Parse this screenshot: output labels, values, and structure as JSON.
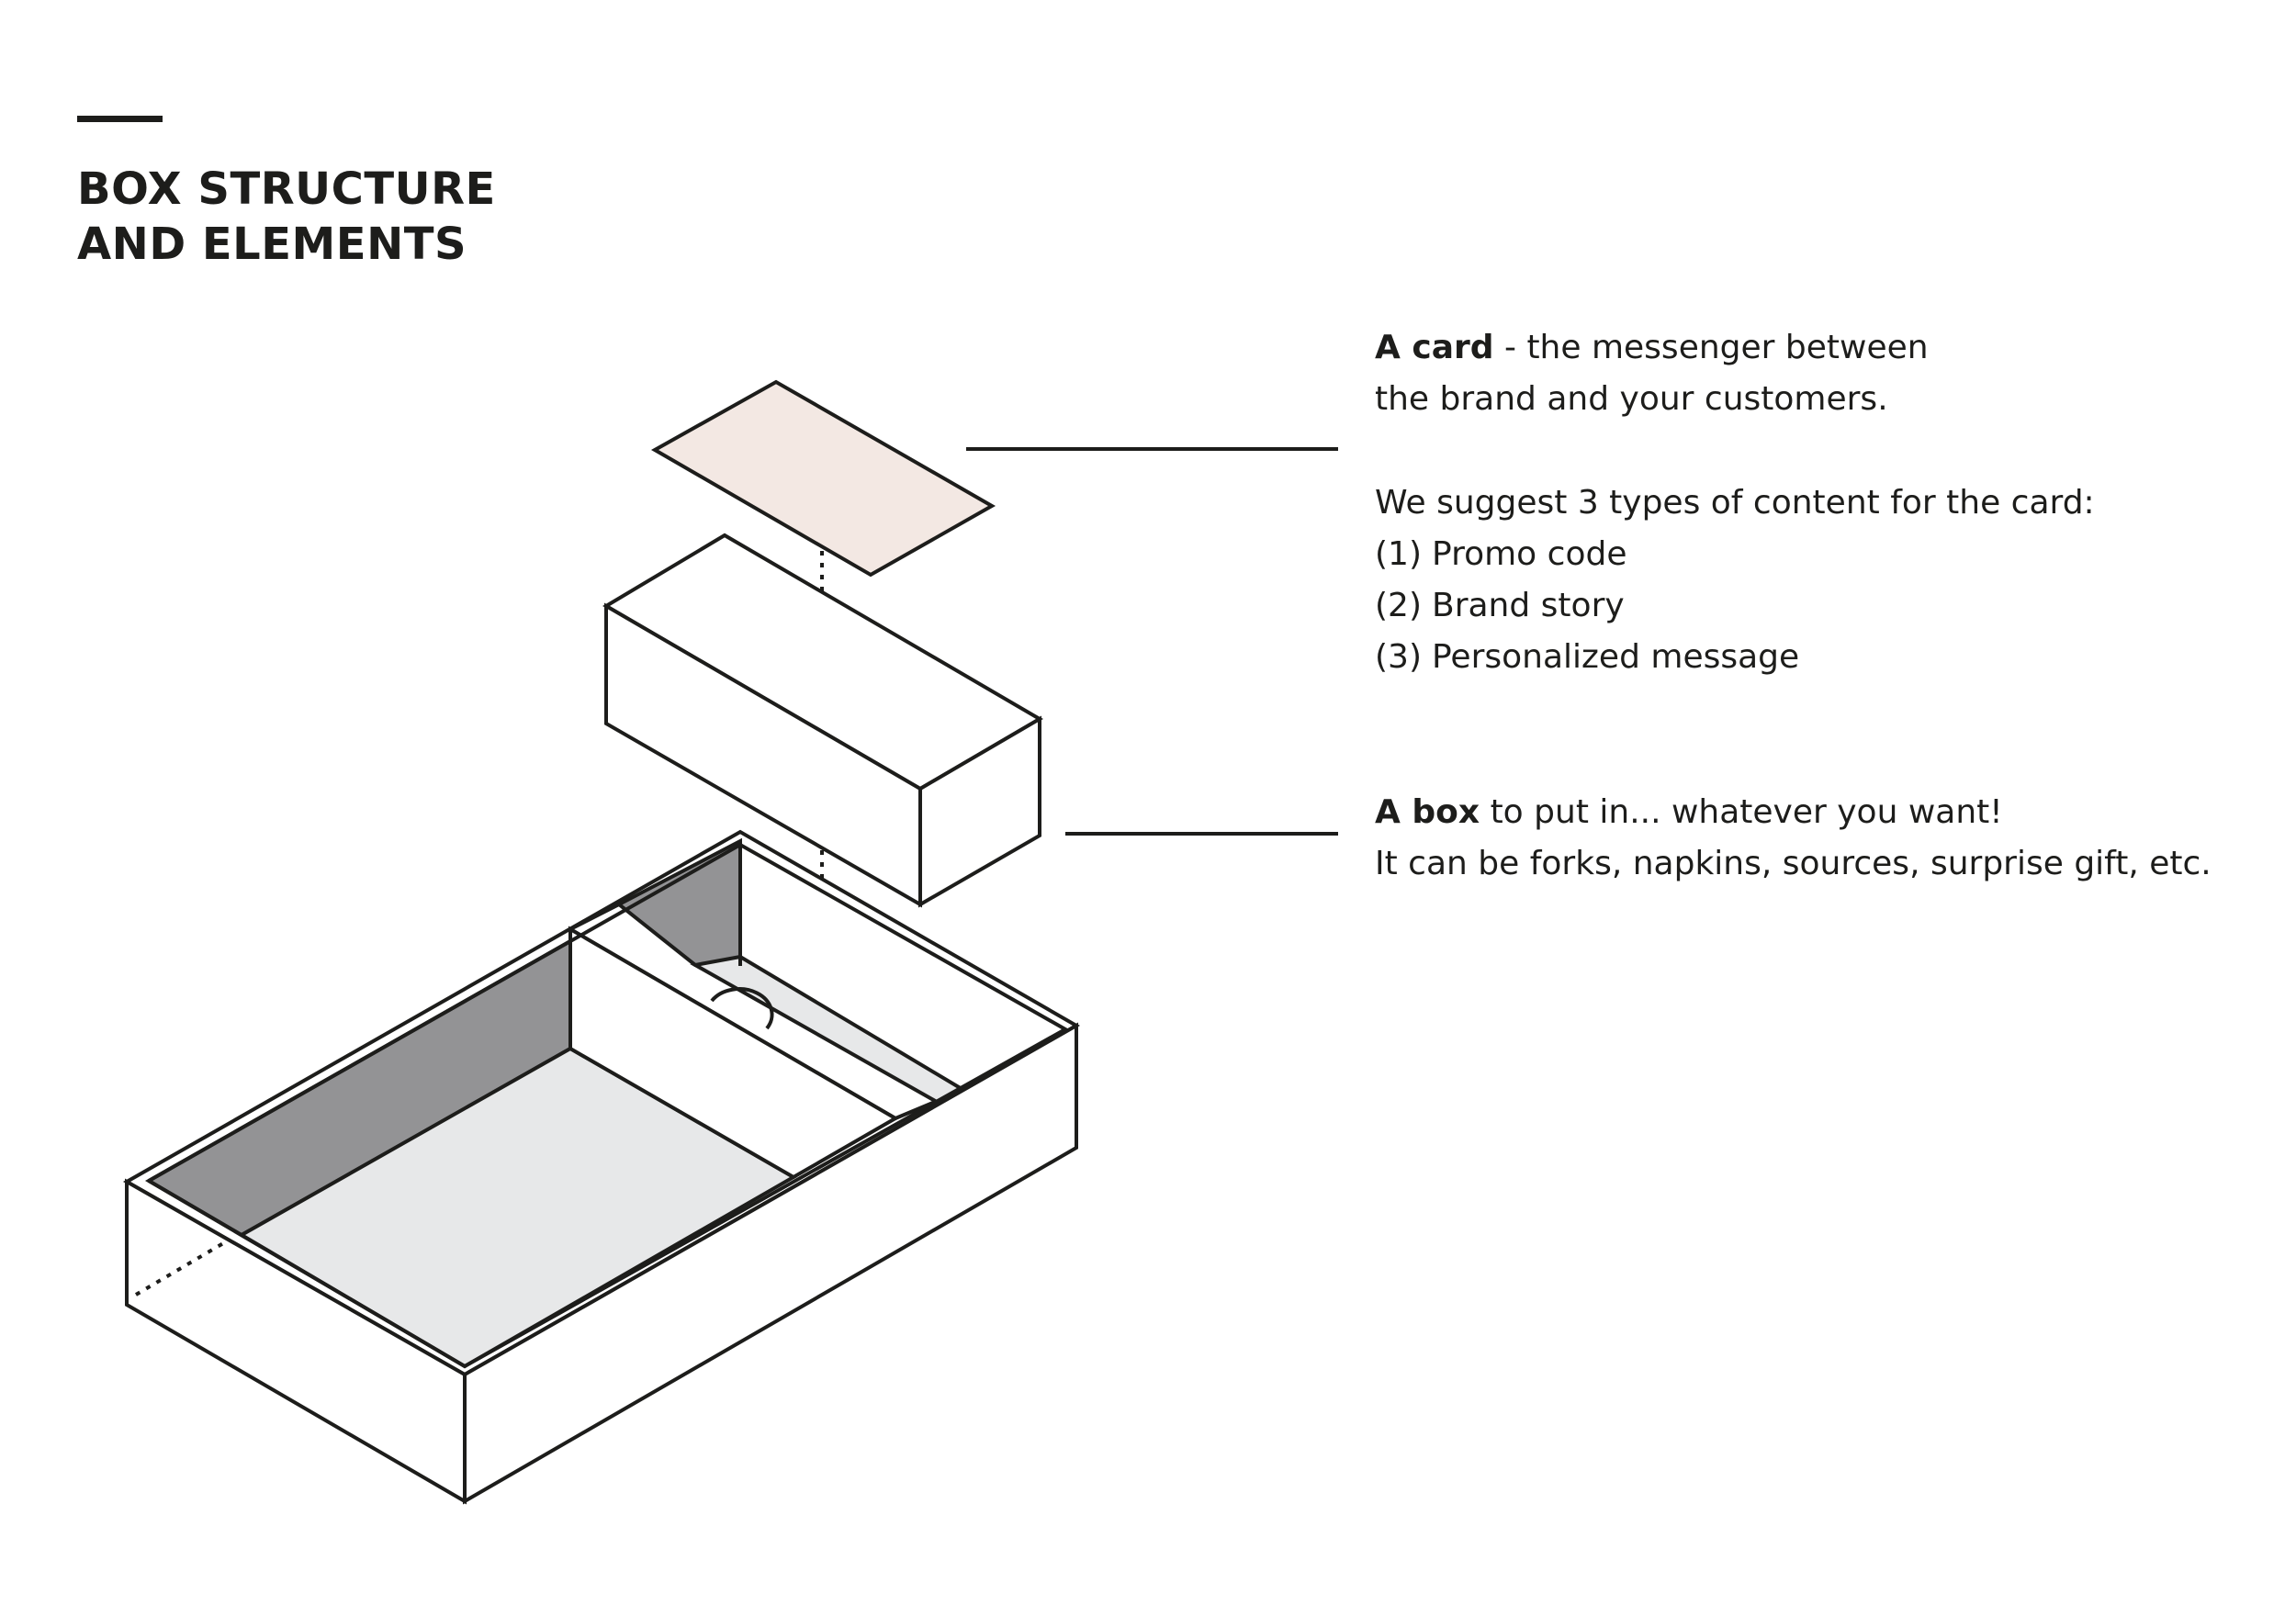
{
  "title": {
    "line1": "BOX STRUCTURE",
    "line2": "AND ELEMENTS"
  },
  "card_callout": {
    "term": "A card",
    "line1_rest": " - the messenger between",
    "line2": "the brand and your customers.",
    "suggest": "We suggest 3 types of content for the card:",
    "items": [
      {
        "num": "(1)",
        "label": "Promo code"
      },
      {
        "num": "(2)",
        "label": "Brand story"
      },
      {
        "num": "(3)",
        "label": "Personalized message"
      }
    ]
  },
  "box_callout": {
    "term": "A box",
    "line1_rest": " to put in... whatever you want!",
    "line2": "It can be forks, napkins, sources, surprise gift, etc."
  },
  "colors": {
    "ink": "#1d1d1b",
    "card_fill": "#f3e8e3",
    "wall_dark": "#939395",
    "floor_light": "#e7e8e9"
  }
}
